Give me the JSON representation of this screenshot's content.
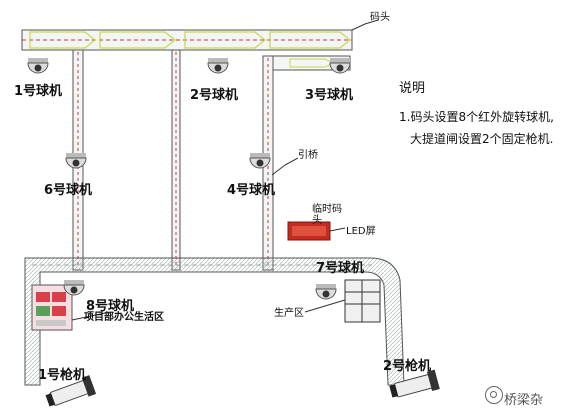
{
  "labels": {
    "dome_1": "1号球机",
    "dome_2": "2号球机",
    "dome_3": "3号球机",
    "dome_4": "4号球机",
    "dome_6": "6号球机",
    "dome_7": "7号球机",
    "dome_8": "8号球机",
    "gun_1": "1号枪机",
    "gun_2": "2号枪机",
    "wharf": "码头",
    "bridge": "引桥",
    "temp_wharf": "临时码头",
    "led_screen": "LED屏",
    "office_area": "项目部办公生活区",
    "production_area": "生产区"
  },
  "notes": {
    "title": "说明",
    "line1": "1.码头设置8个红外旋转球机,",
    "line2": "大提道闸设置2个固定枪机."
  },
  "watermark": "桥梁杂",
  "colors": {
    "line": "#4a4a4a",
    "road_fill": "#e8ecef",
    "arrow": "#c8d84a",
    "pier_red": "#c43a3a",
    "led_red": "#c62b1f",
    "office_red": "#d9404a"
  }
}
